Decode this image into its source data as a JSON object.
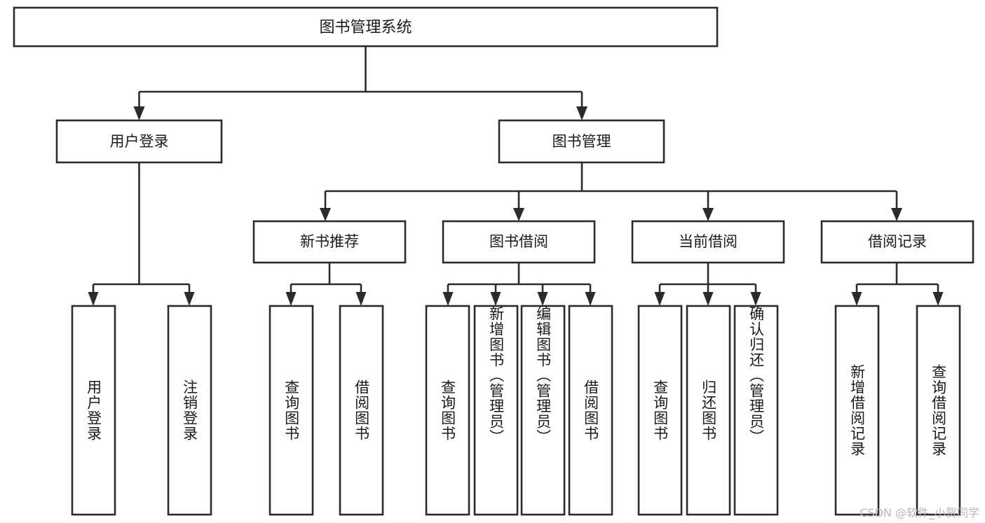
{
  "diagram": {
    "title_node": {
      "label": "图书管理系统"
    },
    "level2": [
      {
        "label": "用户登录"
      },
      {
        "label": "图书管理"
      }
    ],
    "level3": [
      {
        "label": "新书推荐"
      },
      {
        "label": "图书借阅"
      },
      {
        "label": "当前借阅"
      },
      {
        "label": "借阅记录"
      }
    ],
    "leaves": {
      "user_login": [
        {
          "label": "用户登录"
        },
        {
          "label": "注销登录"
        }
      ],
      "new_book_recommend": [
        {
          "label": "查询图书"
        },
        {
          "label": "借阅图书"
        }
      ],
      "book_borrow": [
        {
          "label": "查询图书"
        },
        {
          "label": "新增图书（管理员）"
        },
        {
          "label": "编辑图书（管理员）"
        },
        {
          "label": "借阅图书"
        }
      ],
      "current_borrow": [
        {
          "label": "查询图书"
        },
        {
          "label": "归还图书"
        },
        {
          "label": "确认归还（管理员）"
        }
      ],
      "borrow_record": [
        {
          "label": "新增借阅记录"
        },
        {
          "label": "查询借阅记录"
        }
      ]
    },
    "watermark": "CSDN @软件_小贺同学",
    "colors": {
      "background": "#ffffff",
      "box_stroke": "#2b2b2b",
      "box_fill": "#ffffff",
      "text": "#1a1a1a",
      "watermark": "#b9b9b9"
    }
  }
}
